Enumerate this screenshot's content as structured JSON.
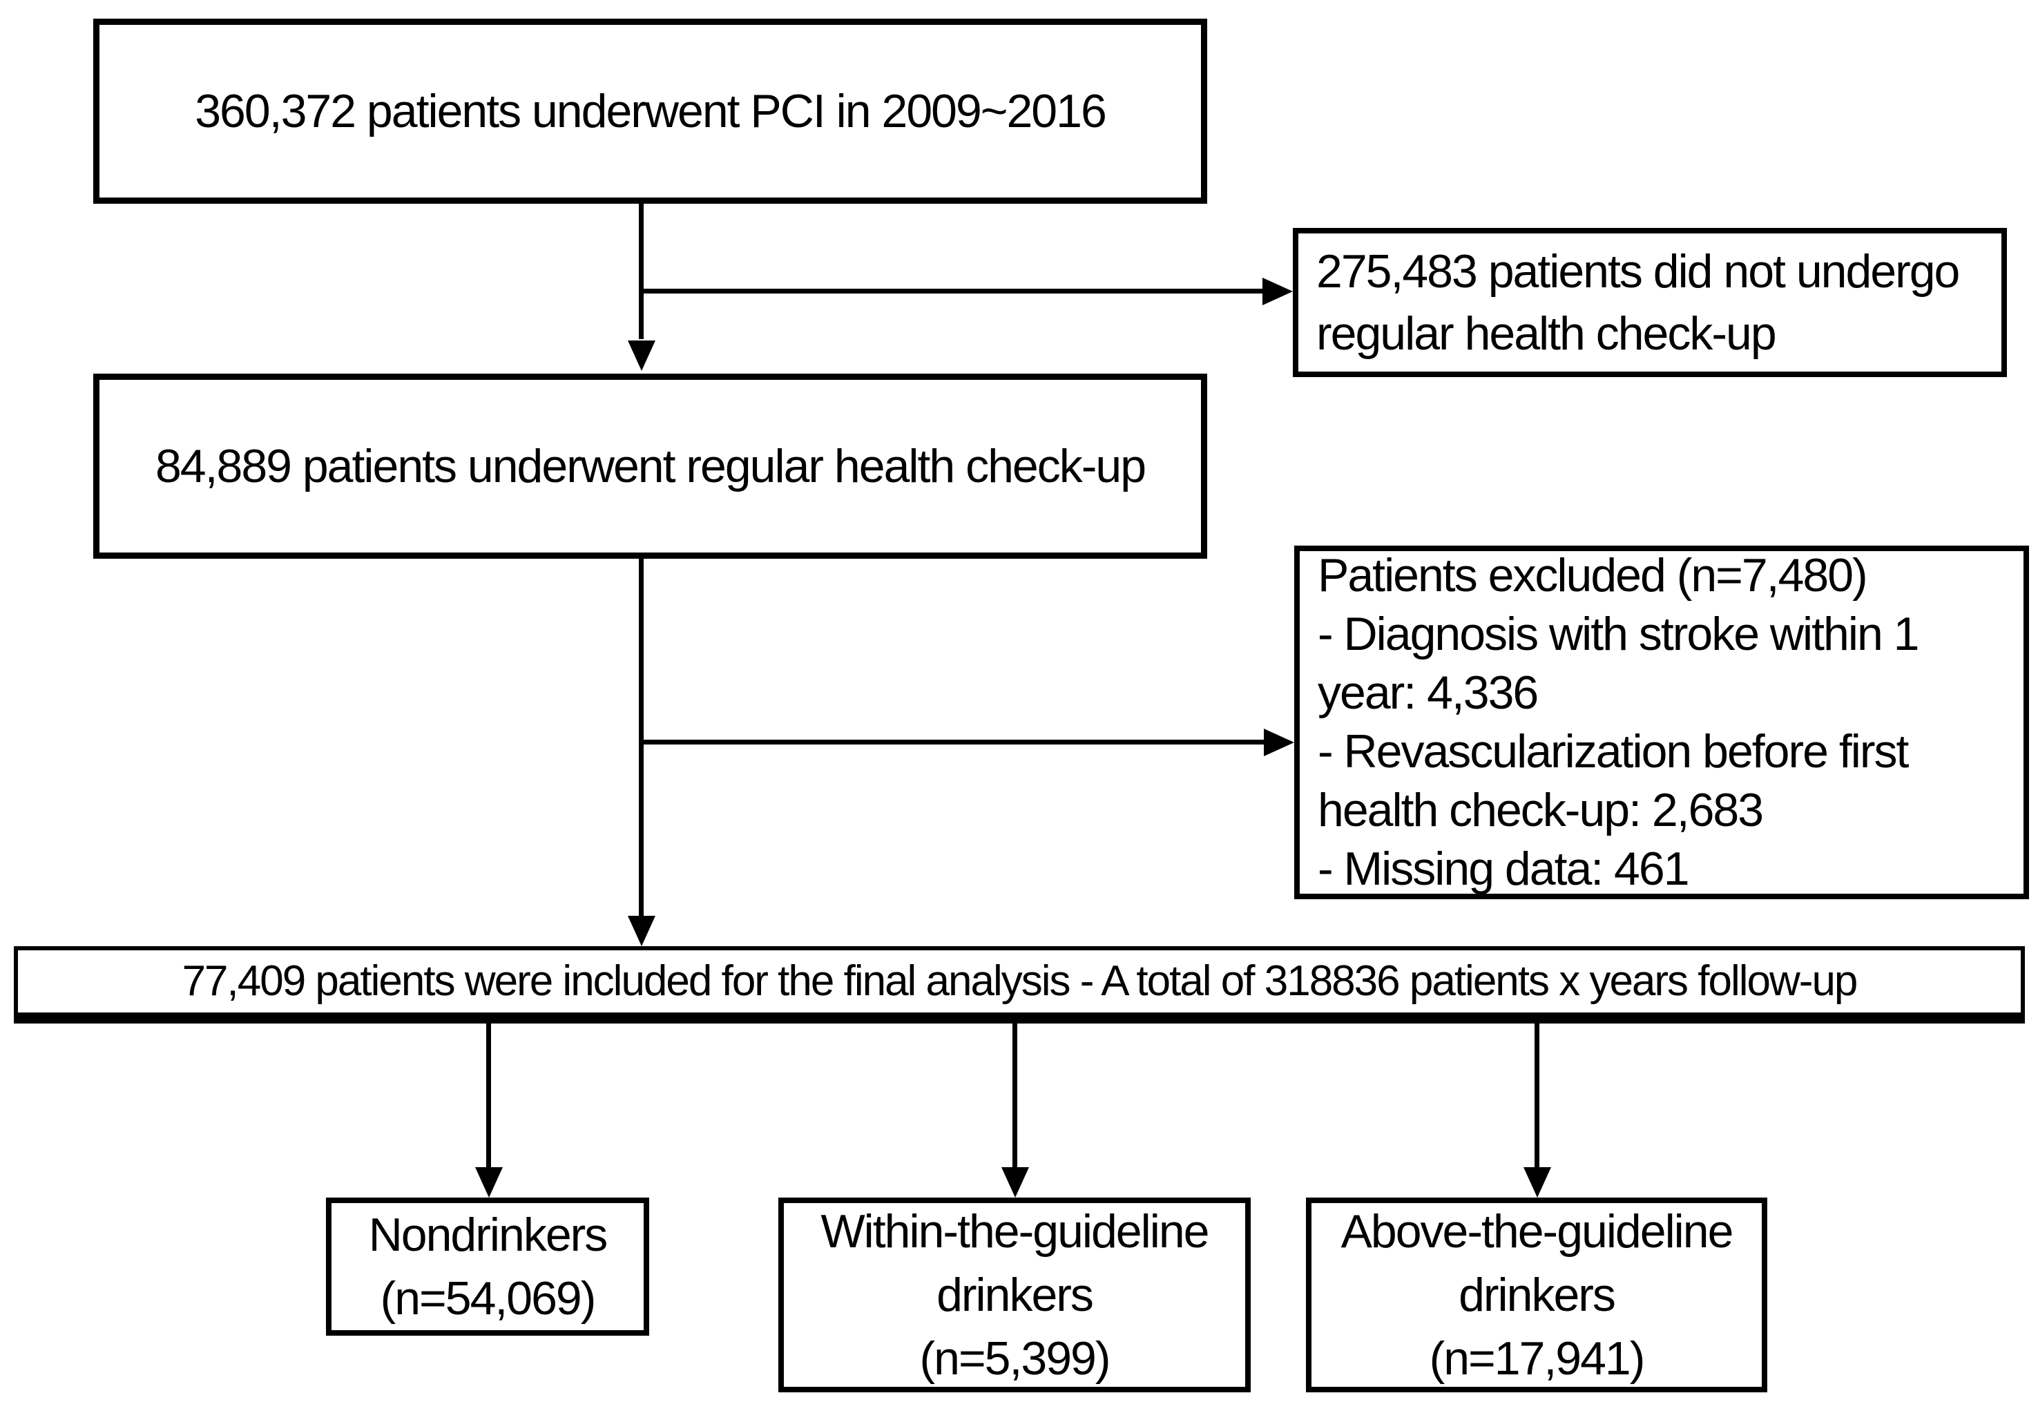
{
  "page": {
    "background_color": "#ffffff",
    "line_color": "#000000"
  },
  "flowchart": {
    "boxes": {
      "pci": {
        "lines": [
          "360,372 patients underwent PCI in 2009~2016"
        ]
      },
      "no_checkup": {
        "lines": [
          "275,483 patients did not undergo",
          "regular health check-up"
        ]
      },
      "checkup": {
        "lines": [
          "84,889 patients underwent regular health check-up"
        ]
      },
      "excluded": {
        "lines": [
          "Patients excluded (n=7,480)",
          "- Diagnosis with stroke within 1",
          "year: 4,336",
          "- Revascularization before first",
          "health check-up: 2,683",
          "- Missing data: 461"
        ]
      },
      "final": {
        "lines": [
          "77,409 patients were included for the final analysis - A total of 318836 patients x years follow-up"
        ]
      },
      "nondrinkers": {
        "lines": [
          "Nondrinkers",
          "(n=54,069)"
        ]
      },
      "within_guideline": {
        "lines": [
          "Within-the-guideline",
          "drinkers",
          "(n=5,399)"
        ]
      },
      "above_guideline": {
        "lines": [
          "Above-the-guideline",
          "drinkers",
          "(n=17,941)"
        ]
      }
    }
  }
}
